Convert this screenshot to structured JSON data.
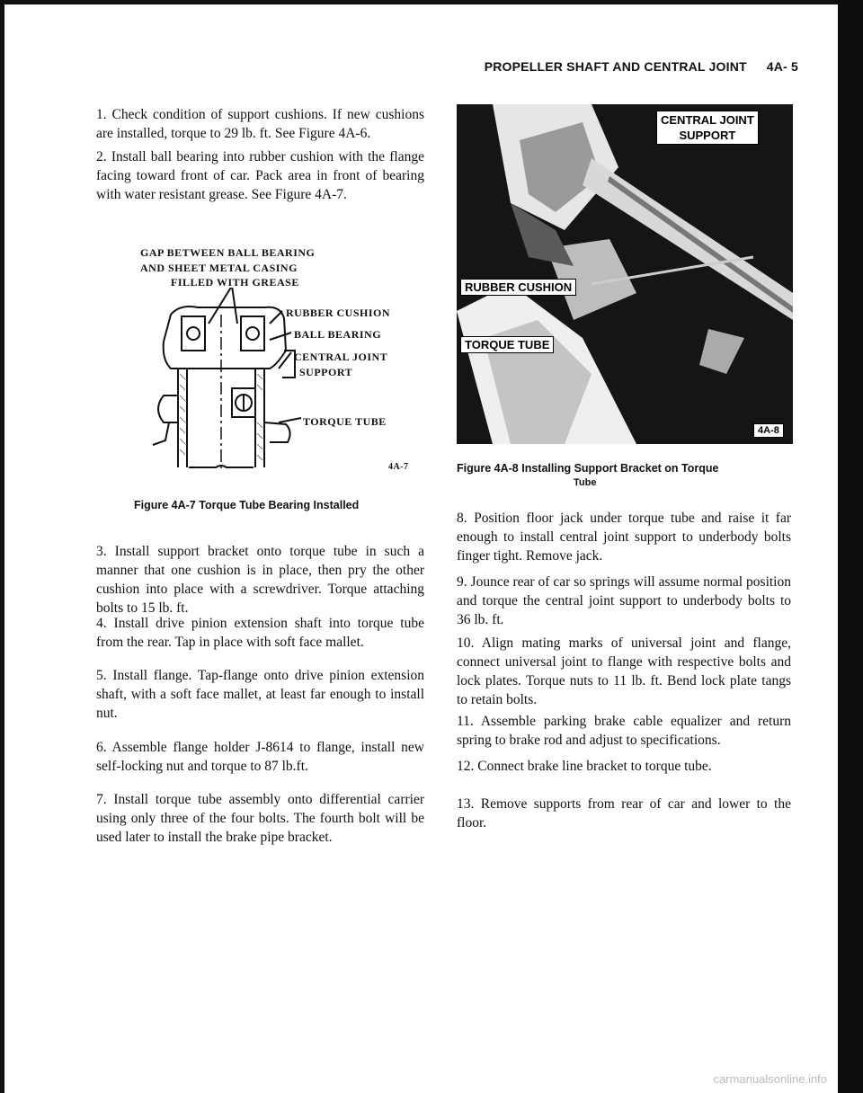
{
  "header": {
    "title": "PROPELLER SHAFT AND CENTRAL JOINT",
    "page": "4A- 5"
  },
  "left_paragraphs": [
    "1. Check condition of support cushions. If new cushions are installed, torque to 29 lb. ft. See Figure 4A-6.",
    "2. Install ball bearing into rubber cushion with the flange facing toward front of car. Pack area in front of bearing with water resistant grease. See Figure 4A-7.",
    "3. Install support bracket onto torque tube in such a manner that one cushion is in place, then pry the other cushion into place with a screwdriver. Torque attaching bolts to 15 lb. ft.",
    "4. Install drive pinion extension shaft into torque tube from the rear. Tap in place with soft face mallet.",
    "5. Install flange. Tap-flange onto drive pinion extension shaft, with a soft face mallet, at least far enough to install nut.",
    "6. Assemble flange holder J-8614 to flange, install new self-locking nut and torque to 87 lb.ft.",
    "7. Install torque tube assembly onto differential carrier using only three of the four bolts. The fourth bolt will be used later to install the brake pipe bracket."
  ],
  "figure7": {
    "label_gap_1": "GAP BETWEEN BALL BEARING",
    "label_gap_2": "AND SHEET METAL CASING",
    "label_gap_3": "FILLED WITH GREASE",
    "label_rubber": "RUBBER CUSHION",
    "label_ball": "BALL BEARING",
    "label_central_1": "CENTRAL JOINT",
    "label_central_2": "SUPPORT",
    "label_torque": "TORQUE TUBE",
    "tag": "4A-7",
    "caption": "Figure 4A-7 Torque Tube Bearing Installed"
  },
  "figure8": {
    "label_central_1": "CENTRAL JOINT",
    "label_central_2": "SUPPORT",
    "label_rubber": "RUBBER CUSHION",
    "label_torque": "TORQUE TUBE",
    "tag": "4A-8",
    "caption_1": "Figure 4A-8 Installing Support Bracket on Torque",
    "caption_2": "Tube"
  },
  "right_paragraphs": [
    "8. Position floor jack under torque tube and raise it far enough to install central joint support to underbody bolts finger tight. Remove jack.",
    "9. Jounce rear of car so springs will assume normal position and torque the central joint support to underbody bolts to 36 lb. ft.",
    "10. Align mating marks of universal joint and flange, connect universal joint to flange with respective bolts and lock plates. Torque nuts to 11 lb. ft. Bend lock plate tangs to retain bolts.",
    "11. Assemble parking brake cable equalizer and return spring to brake rod and adjust to specifications.",
    "12. Connect brake line bracket to torque tube.",
    "13. Remove supports from rear of car and lower to the floor."
  ],
  "footer": "carmanualsonline.info"
}
